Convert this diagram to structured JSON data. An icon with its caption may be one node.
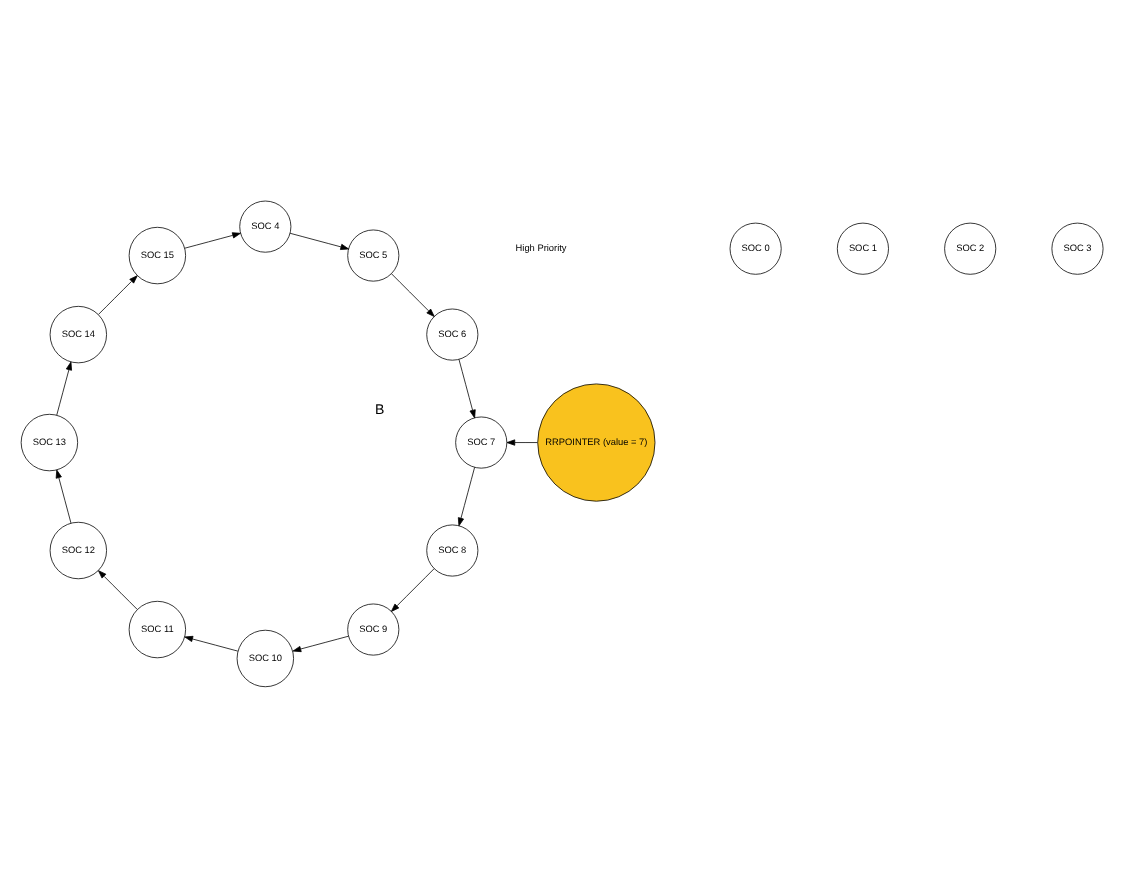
{
  "diagram": {
    "nodes": [
      {
        "text": [
          "SOC 0"
        ]
      },
      {
        "text": [
          "SOC 1"
        ]
      },
      {
        "text": [
          "SOC 2"
        ]
      },
      {
        "text": [
          "SOC 3"
        ]
      },
      {
        "text": [
          "SOC 4"
        ]
      },
      {
        "text": [
          "SOC 5"
        ]
      },
      {
        "text": [
          "SOC 6"
        ]
      },
      {
        "text": [
          "SOC 7"
        ]
      },
      {
        "text": [
          "SOC 8"
        ]
      },
      {
        "text": [
          "SOC 9"
        ]
      },
      {
        "text": [
          "SOC 10"
        ]
      },
      {
        "text": [
          "SOC 11"
        ]
      },
      {
        "text": [
          "SOC 12"
        ]
      },
      {
        "text": [
          "SOC 13"
        ]
      },
      {
        "text": [
          "SOC 14"
        ]
      },
      {
        "text": [
          "SOC 15"
        ]
      },
      {
        "text": [
          "RRPOINTER (value = 7)"
        ]
      }
    ],
    "edges": [
      {
        "from": 4,
        "to": 5,
        "arrow": "to"
      },
      {
        "from": 5,
        "to": 6,
        "arrow": "to"
      },
      {
        "from": 6,
        "to": 7,
        "arrow": "to"
      },
      {
        "from": 7,
        "to": 8,
        "arrow": "to"
      },
      {
        "from": 8,
        "to": 9,
        "arrow": "to"
      },
      {
        "from": 9,
        "to": 10,
        "arrow": "to"
      },
      {
        "from": 10,
        "to": 11,
        "arrow": "to"
      },
      {
        "from": 11,
        "to": 12,
        "arrow": "to"
      },
      {
        "from": 12,
        "to": 13,
        "arrow": "to"
      },
      {
        "from": 13,
        "to": 14,
        "arrow": "to"
      },
      {
        "from": 14,
        "to": 15,
        "arrow": "to"
      },
      {
        "from": 15,
        "to": 4,
        "arrow": "to"
      },
      {
        "from": 16,
        "to": 7,
        "arrow": "to"
      }
    ],
    "labels": [
      "B",
      "High Priority"
    ]
  }
}
